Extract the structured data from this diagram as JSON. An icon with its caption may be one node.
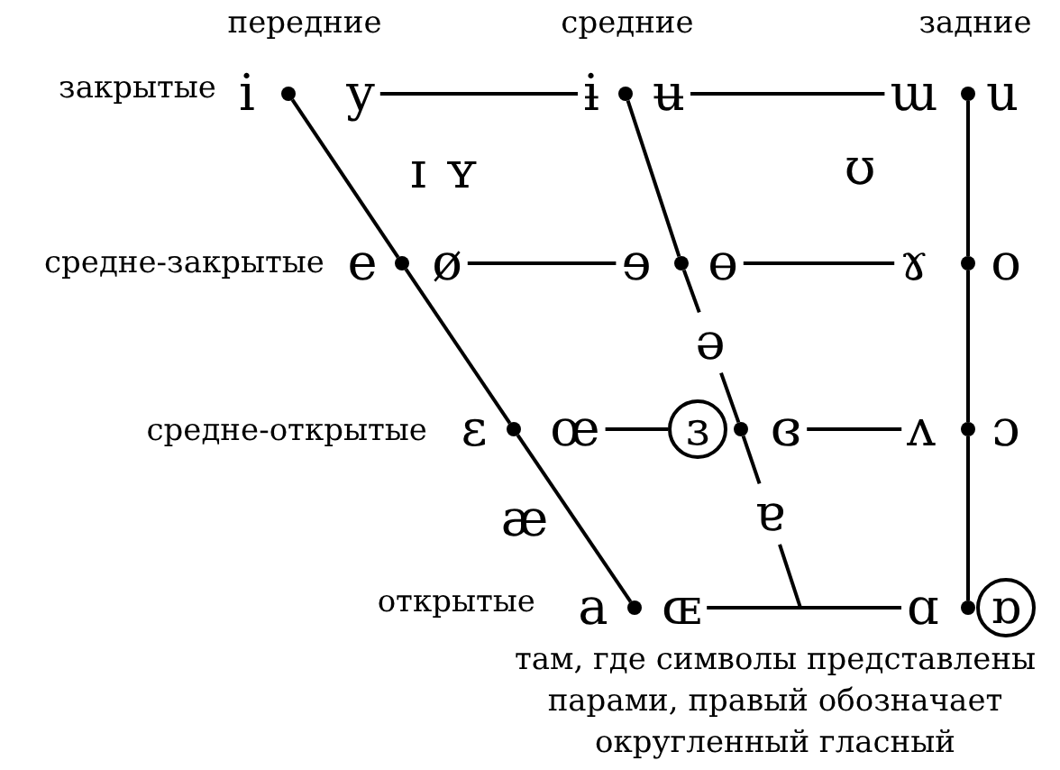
{
  "diagram": {
    "caption": "там, где символы представлены парами, правый обозначает округленный гласный",
    "nodes": [
      {
        "text": [],
        "shape": "circle"
      },
      {
        "text": [
          "y"
        ]
      },
      {
        "text": [
          "ɨ"
        ]
      },
      {
        "text": [],
        "shape": "circle"
      },
      {
        "text": [
          "ʉ"
        ]
      },
      {
        "text": [
          "ɯ"
        ]
      },
      {
        "text": [],
        "shape": "circle"
      },
      {
        "text": [],
        "shape": "circle"
      },
      {
        "text": [
          "ø"
        ]
      },
      {
        "text": [
          "ɘ"
        ]
      },
      {
        "text": [],
        "shape": "circle"
      },
      {
        "text": [
          "ɵ"
        ]
      },
      {
        "text": [
          "ɤ"
        ]
      },
      {
        "text": [],
        "shape": "circle"
      },
      {
        "text": [
          "ə"
        ]
      },
      {
        "text": [],
        "shape": "circle"
      },
      {
        "text": [
          "œ"
        ]
      },
      {
        "text": [
          "ɜ"
        ]
      },
      {
        "text": [],
        "shape": "circle"
      },
      {
        "text": [
          "ɞ"
        ]
      },
      {
        "text": [
          "ʌ"
        ]
      },
      {
        "text": [],
        "shape": "circle"
      },
      {
        "text": [
          "ɐ"
        ]
      },
      {
        "text": [],
        "shape": "circle"
      },
      {
        "text": [
          "ɶ"
        ]
      },
      {
        "text": [
          "ɑ"
        ]
      },
      {
        "text": [],
        "shape": "circle"
      },
      {
        "text": [
          "ɒ"
        ]
      }
    ],
    "edges": [
      {
        "from": 1,
        "to": 2,
        "arrow": "none"
      },
      {
        "from": 4,
        "to": 5,
        "arrow": "none"
      },
      {
        "from": 8,
        "to": 9,
        "arrow": "none"
      },
      {
        "from": 11,
        "to": 12,
        "arrow": "none"
      },
      {
        "from": 16,
        "to": 17,
        "arrow": "none"
      },
      {
        "from": 19,
        "to": 20,
        "arrow": "none"
      },
      {
        "from": 24,
        "to": 25,
        "arrow": "none"
      },
      {
        "from": 0,
        "to": 7,
        "arrow": "none"
      },
      {
        "from": 7,
        "to": 15,
        "arrow": "none"
      },
      {
        "from": 15,
        "to": 23,
        "arrow": "none"
      },
      {
        "from": 3,
        "to": 10,
        "arrow": "none"
      },
      {
        "from": 10,
        "to": 14,
        "arrow": "none"
      },
      {
        "from": 14,
        "to": 18,
        "arrow": "none"
      },
      {
        "from": 18,
        "to": 22,
        "arrow": "none"
      },
      {
        "from": 22,
        "to": null,
        "arrow": "none"
      },
      {
        "from": 6,
        "to": 13,
        "arrow": "none"
      },
      {
        "from": 13,
        "to": 21,
        "arrow": "none"
      },
      {
        "from": 21,
        "to": 26,
        "arrow": "none"
      }
    ],
    "labels": [
      "передние",
      "средние",
      "задние",
      "закрытые",
      "i",
      "u",
      "ɪ",
      "ʏ",
      "ʊ",
      "средне-закрытые",
      "e",
      "o",
      "средне-открытые",
      "ɛ",
      "ɔ",
      "æ",
      "открытые",
      "a"
    ]
  }
}
